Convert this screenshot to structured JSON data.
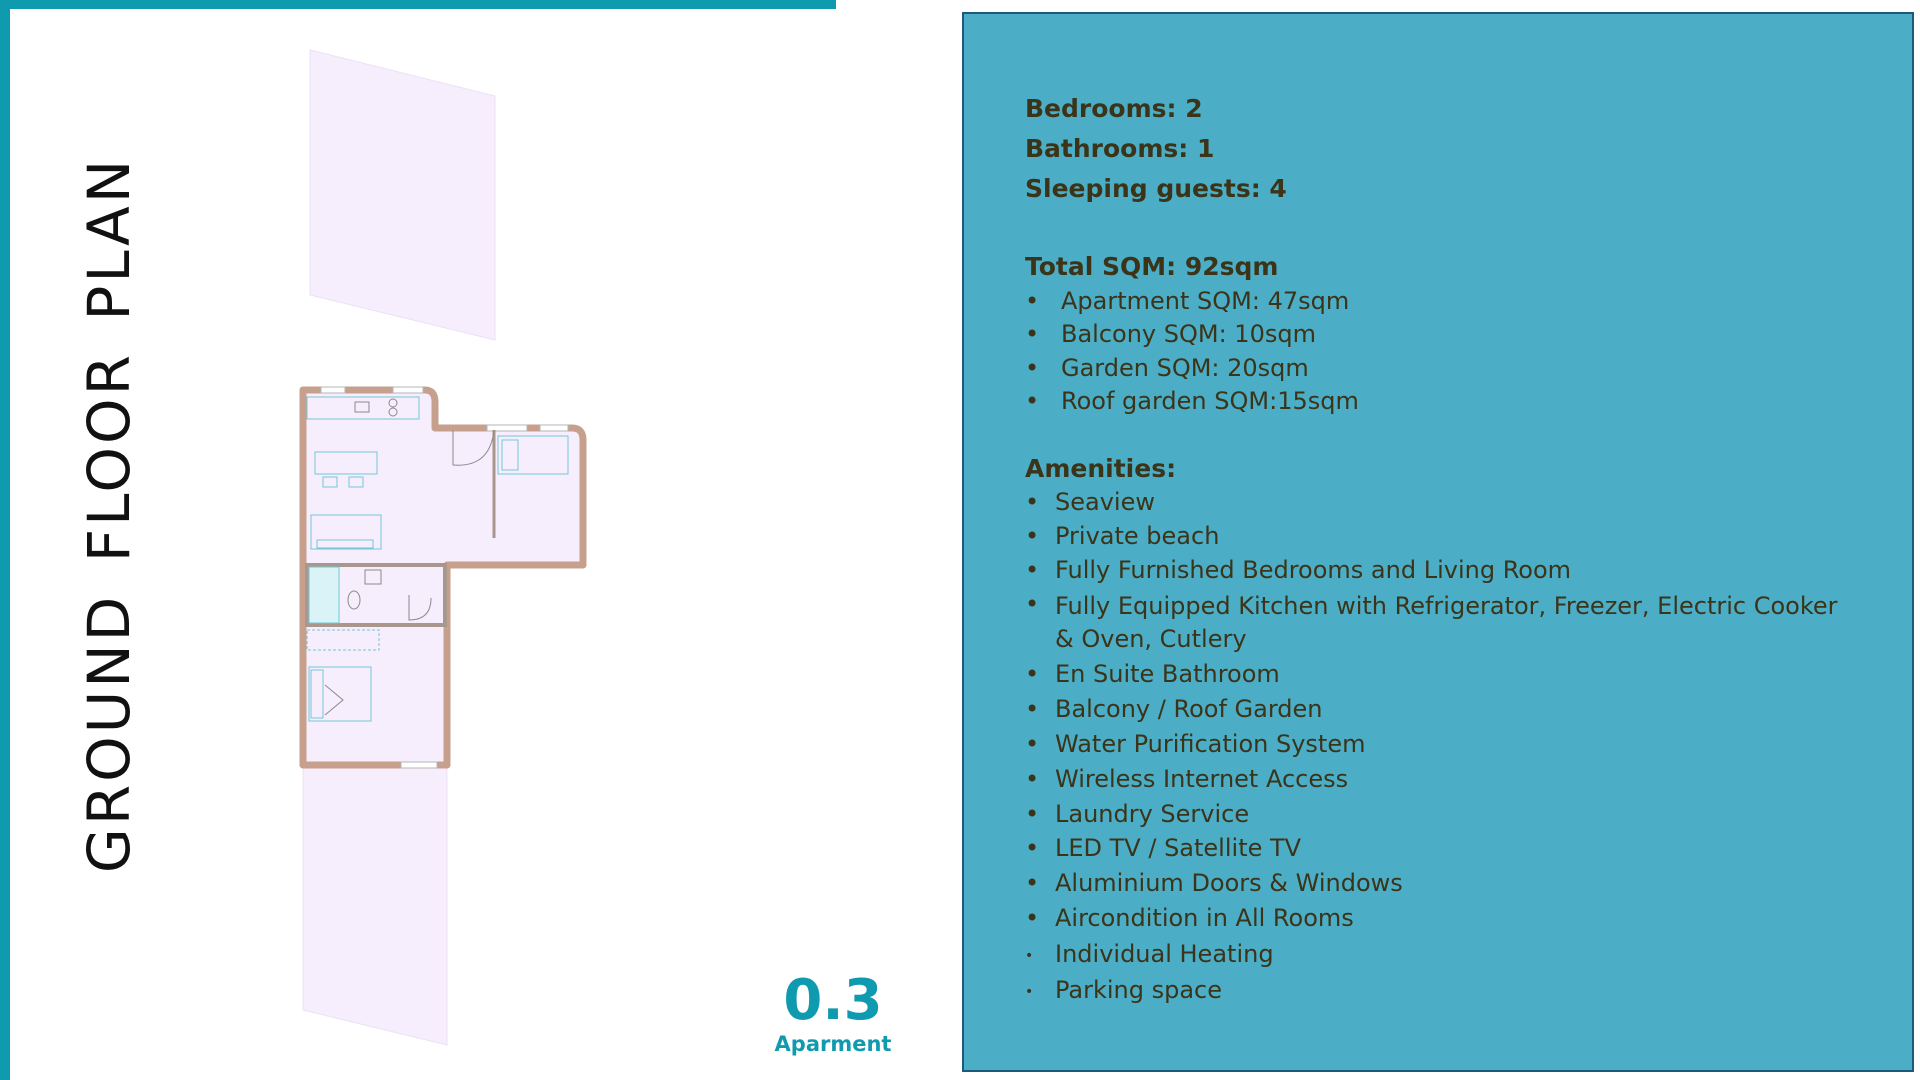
{
  "page": {
    "title": "GROUND  FLOOR PLAN",
    "apartment_number": "0.3",
    "apartment_label": "Aparment"
  },
  "info": {
    "bedrooms": "Bedrooms: 2",
    "bathrooms": "Bathrooms: 1",
    "sleeping_guests": "Sleeping guests: 4",
    "total_sqm": "Total SQM: 92sqm",
    "sqm_items": [
      "Apartment SQM: 47sqm",
      "Balcony SQM: 10sqm",
      "Garden SQM: 20sqm",
      "Roof garden SQM:15sqm"
    ],
    "amenities_heading": "Amenities:",
    "amenities": [
      "Seaview",
      "Private beach",
      "Fully Furnished Bedrooms and Living Room",
      "Fully Equipped Kitchen with Refrigerator, Freezer, Electric Cooker & Oven, Cutlery",
      "En Suite Bathroom",
      "Balcony / Roof Garden",
      "Water Purification System",
      "Wireless Internet Access",
      "Laundry Service",
      "LED TV / Satellite TV",
      "Aluminium Doors & Windows",
      "Aircondition in All Rooms",
      "Individual Heating",
      "Parking space"
    ]
  },
  "colors": {
    "accent": "#0f9aaf",
    "panel_bg": "#4badc6",
    "panel_border": "#1d5a7a",
    "panel_text": "#3b3419",
    "plan_fill": "#f6eefc",
    "plan_wall": "#c6a08c"
  }
}
